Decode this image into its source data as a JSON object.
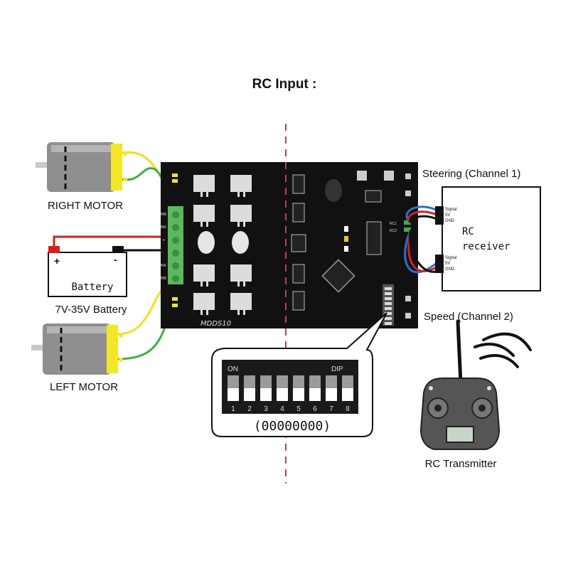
{
  "title": "RC Input :",
  "labels": {
    "right_motor": "RIGHT MOTOR",
    "left_motor": "LEFT MOTOR",
    "battery": "Battery",
    "battery_range": "7V-35V Battery",
    "steering": "Steering (Channel 1)",
    "speed": "Speed (Channel 2)",
    "receiver_line1": "RC",
    "receiver_line2": "receiver",
    "transmitter": "RC Transmitter",
    "board_name": "MDDS10"
  },
  "receiver_pins": {
    "top": [
      "Signal",
      "5V",
      "GND"
    ],
    "bottom": [
      "Signal",
      "5V",
      "GND"
    ]
  },
  "board_header_labels": [
    "RC1",
    "RC2"
  ],
  "board_terminal_labels": [
    "MB",
    "MA",
    "+",
    "-",
    "MA",
    "MB"
  ],
  "dip_switch": {
    "on_label": "ON",
    "dip_label": "DIP",
    "positions": [
      "1",
      "2",
      "3",
      "4",
      "5",
      "6",
      "7",
      "8"
    ],
    "setting_text": "(00000000)"
  },
  "colors": {
    "divider": "#c2377a",
    "board": "#111111",
    "terminal_green": "#5cb85c",
    "wire_red": "#d62020",
    "wire_blue": "#2a6fd6",
    "wire_yellow": "#f1e11a",
    "wire_green": "#3cb043",
    "motor_yellow": "#f3e626"
  }
}
